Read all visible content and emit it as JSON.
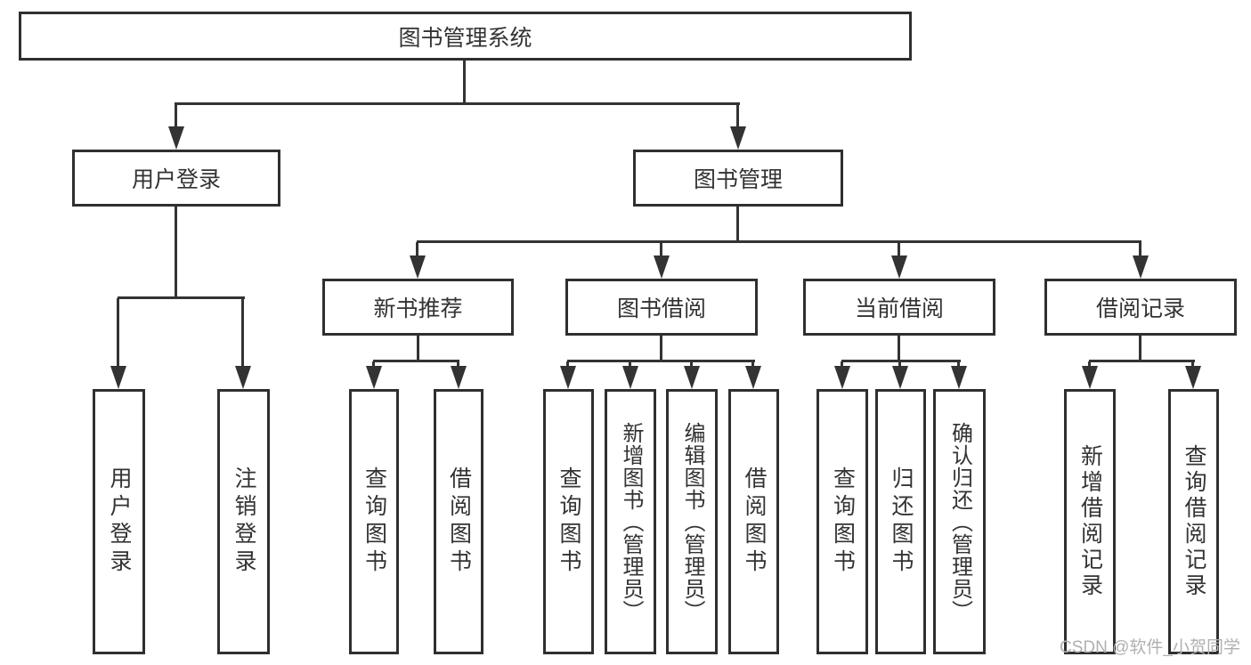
{
  "diagram": {
    "type": "hierarchy-tree",
    "tree": {
      "root": "图书管理系统",
      "children": [
        {
          "label": "用户登录",
          "children": [
            {
              "label": "用户登录"
            },
            {
              "label": "注销登录"
            }
          ]
        },
        {
          "label": "图书管理",
          "children": [
            {
              "label": "新书推荐",
              "children": [
                {
                  "label": "查询图书"
                },
                {
                  "label": "借阅图书"
                }
              ]
            },
            {
              "label": "图书借阅",
              "children": [
                {
                  "label": "查询图书"
                },
                {
                  "label": "新增图书（管理员）"
                },
                {
                  "label": "编辑图书（管理员）"
                },
                {
                  "label": "借阅图书"
                }
              ]
            },
            {
              "label": "当前借阅",
              "children": [
                {
                  "label": "查询图书"
                },
                {
                  "label": "归还图书"
                },
                {
                  "label": "确认归还（管理员）"
                }
              ]
            },
            {
              "label": "借阅记录",
              "children": [
                {
                  "label": "新增借阅记录"
                },
                {
                  "label": "查询借阅记录"
                }
              ]
            }
          ]
        }
      ]
    },
    "watermark": "CSDN @软件_小贺同学",
    "colors": {
      "line": "#333333",
      "box_border": "#2f2f2f",
      "box_fill": "#ffffff",
      "text": "#333333",
      "watermark": "#b0b0b0",
      "background": "#ffffff"
    }
  }
}
